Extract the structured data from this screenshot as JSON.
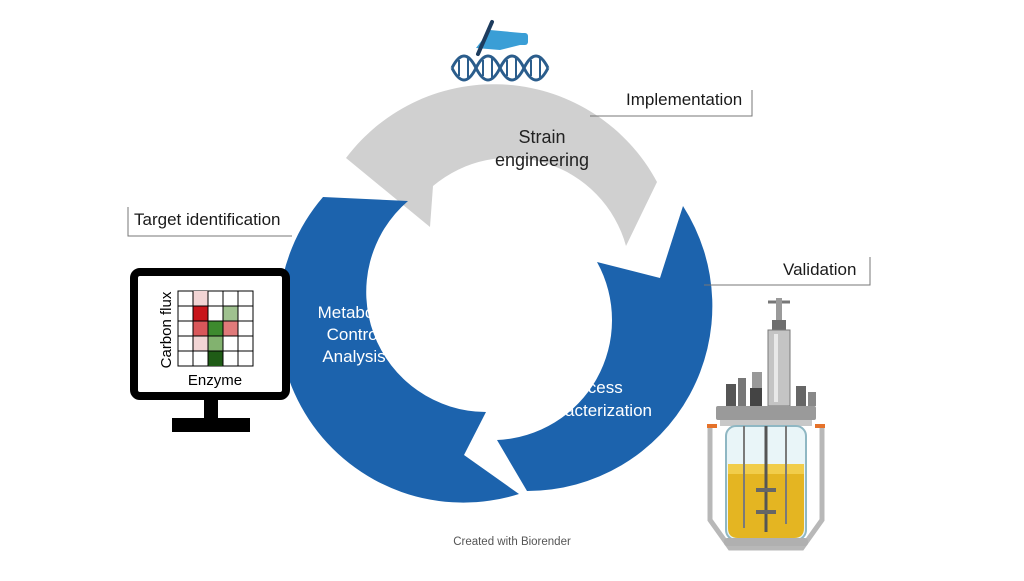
{
  "cycle": {
    "strain": {
      "line1": "Strain",
      "line2": "engineering"
    },
    "mca": {
      "line1": "Metabolic",
      "line2": "Control",
      "line3": "Analysis"
    },
    "process": {
      "line1": "Process",
      "line2": "characterization"
    }
  },
  "callouts": {
    "implementation": "Implementation",
    "target": "Target identification",
    "validation": "Validation"
  },
  "monitor": {
    "ylabel": "Carbon flux",
    "xlabel": "Enzyme"
  },
  "footer": "Created with Biorender",
  "colors": {
    "blue": "#1c63ad",
    "gray": "#d0d0d0",
    "dna": "#2b5d8c"
  }
}
